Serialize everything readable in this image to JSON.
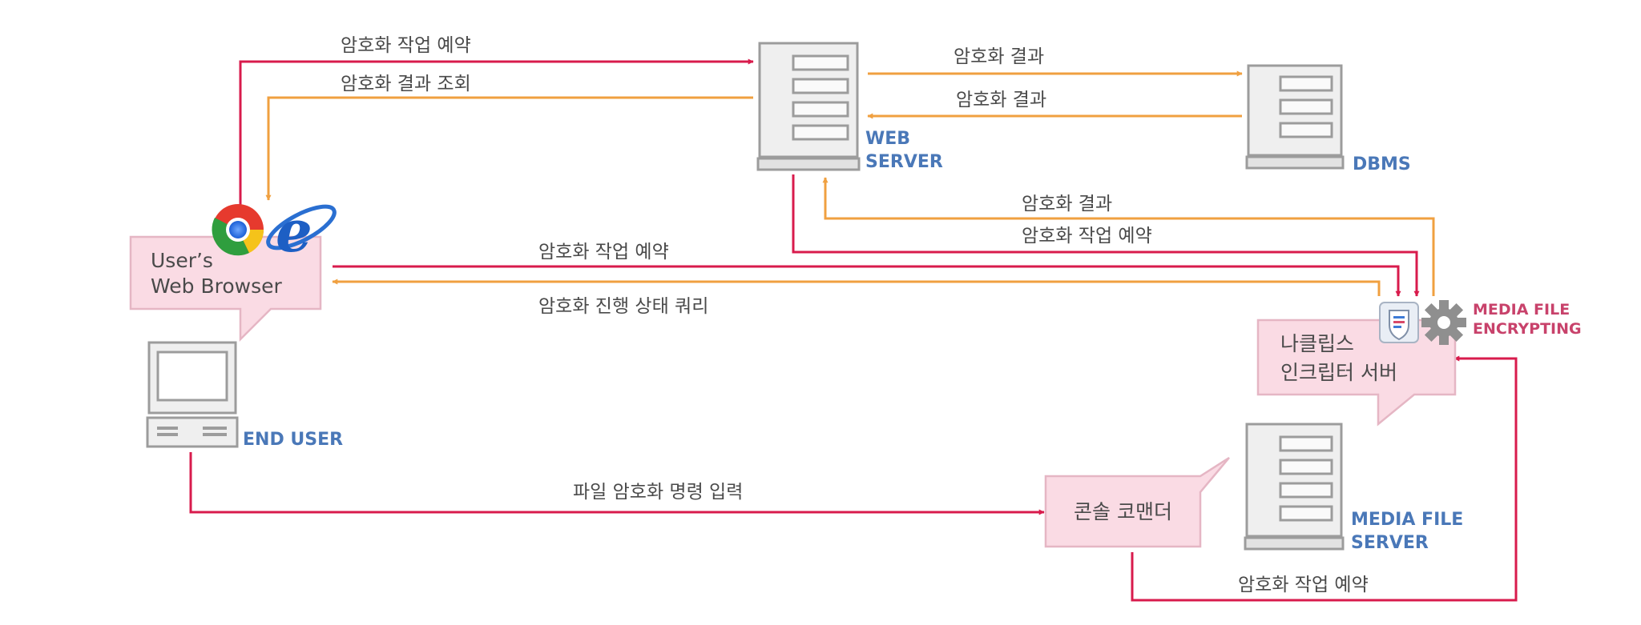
{
  "nodes": {
    "web_server": {
      "label_line1": "WEB",
      "label_line2": "SERVER"
    },
    "dbms": {
      "label": "DBMS"
    },
    "end_user": {
      "label": "END USER"
    },
    "media_file_server": {
      "label_line1": "MEDIA FILE",
      "label_line2": "SERVER"
    },
    "media_encrypting": {
      "label_line1": "MEDIA FILE",
      "label_line2": "ENCRYPTING"
    }
  },
  "bubbles": {
    "browser": {
      "line1": "User’s",
      "line2": "Web Browser"
    },
    "encryptor": {
      "line1": "나클립스",
      "line2": "인크립터 서버"
    },
    "console": {
      "text": "콘솔 코맨더"
    }
  },
  "edges": {
    "browser_to_web_reserve": "암호화 작업 예약",
    "web_to_browser_query": "암호화 결과 조회",
    "web_to_dbms_result": "암호화 결과",
    "dbms_to_web_result": "암호화 결과",
    "encryptor_to_web_result": "암호화 결과",
    "web_to_encryptor_reserve": "암호화 작업 예약",
    "browser_to_encryptor_reserve": "암호화 작업 예약",
    "encryptor_to_browser_progress": "암호화 진행 상태 쿼리",
    "enduser_to_console_command": "파일 암호화 명령 입력",
    "console_to_encryptor_reserve": "암호화 작업 예약"
  },
  "colors": {
    "request_arrow": "#d81b4c",
    "response_arrow": "#f0a040",
    "node_label_blue": "#4a78b8",
    "node_label_pink": "#c8426b",
    "bubble_fill": "#fadbe4"
  },
  "icons": [
    "chrome-icon",
    "internet-explorer-icon",
    "shield-document-icon",
    "gear-icon",
    "server-icon",
    "computer-icon"
  ]
}
